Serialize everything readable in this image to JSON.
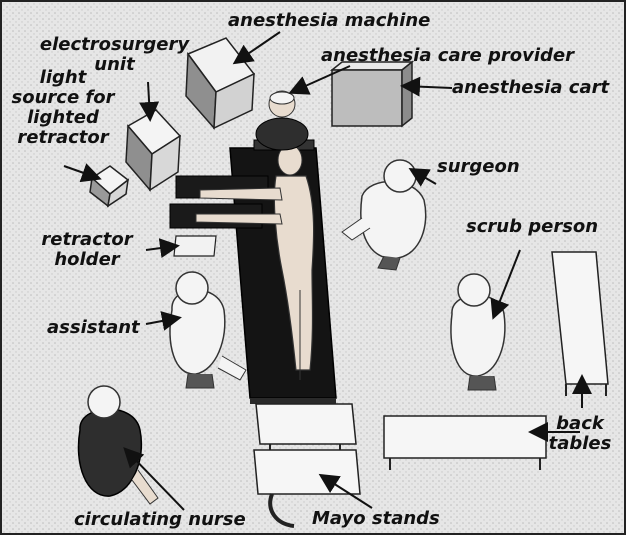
{
  "labels": {
    "anesthesia_machine": "anesthesia machine",
    "electrosurgery_unit": "electrosurgery\nunit",
    "anesthesia_care_provider": "anesthesia care provider",
    "anesthesia_cart": "anesthesia cart",
    "light_source": "light\nsource for\nlighted\nretractor",
    "surgeon": "surgeon",
    "scrub_person": "scrub person",
    "retractor_holder": "retractor\nholder",
    "assistant": "assistant",
    "back_tables": "back\ntables",
    "circulating_nurse": "circulating nurse",
    "mayo_stands": "Mayo stands"
  },
  "colors": {
    "background": "#e6e6e6",
    "floor_dots": "#bdbdbd",
    "table": "#141414",
    "skin": "#e8dccf",
    "gown": "#f4f4f4",
    "dark_gown": "#2e2e2e",
    "equipment_light": "#f7f7f7",
    "equipment_mid": "#cfcfcf",
    "equipment_dark": "#8a8a8a"
  }
}
